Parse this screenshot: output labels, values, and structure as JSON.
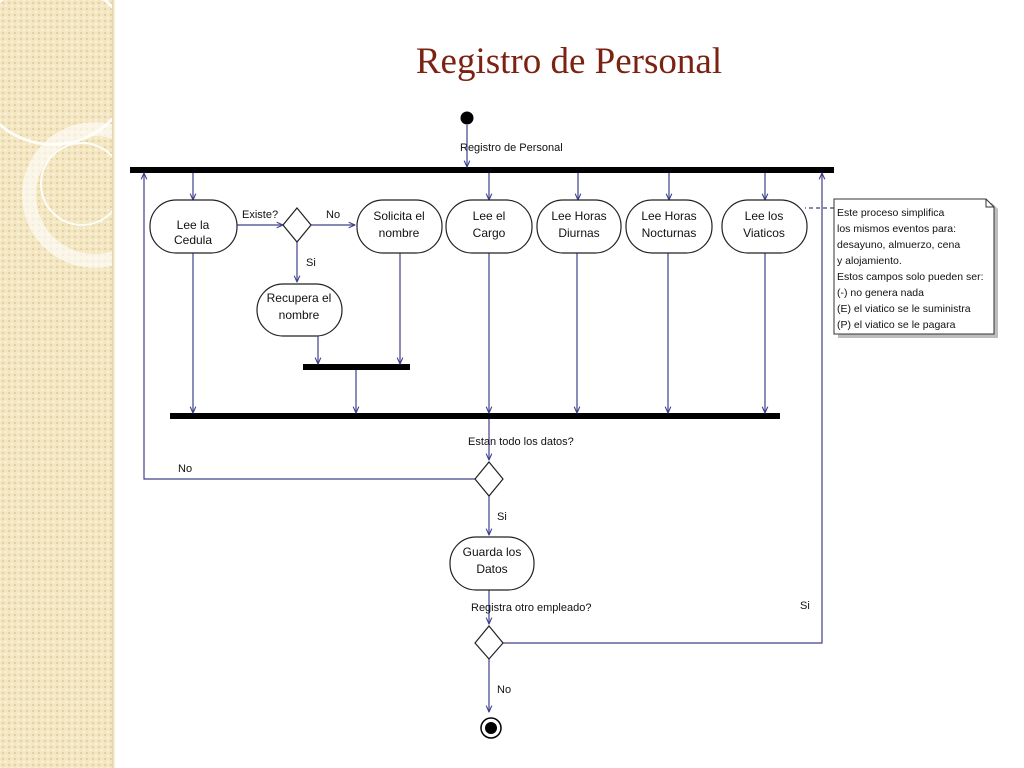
{
  "slide": {
    "title": "Registro de Personal"
  },
  "diagram": {
    "start_label": "Registro de Personal",
    "actions": {
      "lee_cedula": [
        "Lee la",
        "Cedula"
      ],
      "solicita_nombre": [
        "Solicita el",
        "nombre"
      ],
      "lee_cargo": [
        "Lee el",
        "Cargo"
      ],
      "lee_horas_diurnas": [
        "Lee Horas",
        "Diurnas"
      ],
      "lee_horas_nocturnas": [
        "Lee Horas",
        "Nocturnas"
      ],
      "lee_viaticos": [
        "Lee los",
        "Viaticos"
      ],
      "recupera_nombre": [
        "Recupera el",
        "nombre"
      ],
      "guarda_datos": [
        "Guarda los",
        "Datos"
      ]
    },
    "guards": {
      "existe": "Existe?",
      "existe_no": "No",
      "existe_si": "Si",
      "datos_question": "Estan todo los datos?",
      "datos_no": "No",
      "datos_si": "Si",
      "otro_question": "Registra otro empleado?",
      "otro_si": "Si",
      "otro_no": "No"
    },
    "note": {
      "lines": [
        "Este proceso simplifica",
        "los mismos eventos para:",
        "desayuno, almuerzo, cena",
        "y alojamiento.",
        "Estos campos solo pueden ser:",
        " (-) no genera nada",
        " (E) el viatico se le suministra",
        " (P) el viatico se le pagara"
      ]
    },
    "colors": {
      "arrow": "#40408c",
      "node_border": "#222222",
      "bar": "#000000",
      "title": "#7b2212"
    }
  }
}
